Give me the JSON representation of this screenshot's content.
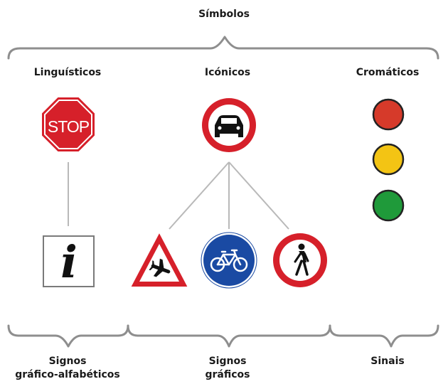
{
  "top_label": "Símbolos",
  "categories": {
    "linguistic": "Linguísticos",
    "iconic": "Icónicos",
    "chromatic": "Cromáticos"
  },
  "bottom_labels": {
    "alphabetic_line1": "Signos",
    "alphabetic_line2": "gráfico-alfabéticos",
    "graphic_line1": "Signos",
    "graphic_line2": "gráficos",
    "signals": "Sinais"
  },
  "stop_sign_text": "STOP",
  "info_sign_letter": "i",
  "colors": {
    "sign_red": "#d6202a",
    "sign_blue": "#1a4aa3",
    "light_red": "#d63a2a",
    "light_yellow": "#f3c414",
    "light_green": "#1f9a3a",
    "brace_gray": "#8e8e8e",
    "connector_gray": "#b9b9b9"
  }
}
